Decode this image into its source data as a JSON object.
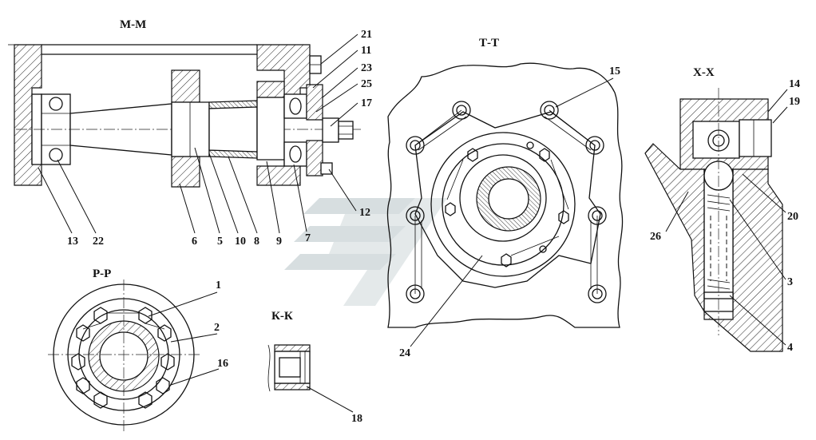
{
  "views": {
    "mm": "М-М",
    "tt": "Т-Т",
    "xx": "Х-Х",
    "pp": "Р-Р",
    "kk": "К-К"
  },
  "callouts": {
    "c1": "1",
    "c2": "2",
    "c3": "3",
    "c4": "4",
    "c5": "5",
    "c6": "6",
    "c7": "7",
    "c8": "8",
    "c9": "9",
    "c10": "10",
    "c11": "11",
    "c12": "12",
    "c13": "13",
    "c14": "14",
    "c15": "15",
    "c16": "16",
    "c17": "17",
    "c18": "18",
    "c19": "19",
    "c20": "20",
    "c21": "21",
    "c22": "22",
    "c23": "23",
    "c24": "24",
    "c25": "25",
    "c26": "26"
  },
  "watermark": {
    "color": "#b8c4c8"
  }
}
